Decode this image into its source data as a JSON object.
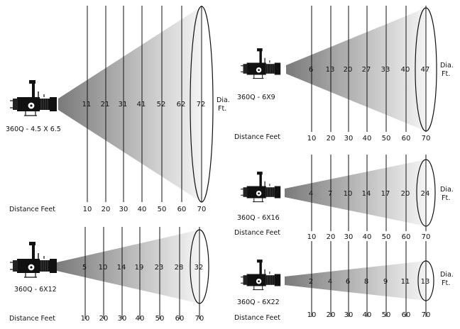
{
  "distance_label": "Distance Feet",
  "diameter_label": [
    "Dia.",
    "Ft."
  ],
  "distances": [
    "10",
    "20",
    "30",
    "40",
    "50",
    "60",
    "70"
  ],
  "panels": [
    {
      "model": "360Q - 4.5 X 6.5",
      "diameters": [
        "11",
        "21",
        "31",
        "41",
        "52",
        "62",
        "72"
      ]
    },
    {
      "model": "360Q - 6X9",
      "diameters": [
        "6",
        "13",
        "20",
        "27",
        "33",
        "40",
        "47"
      ]
    },
    {
      "model": "360Q - 6X12",
      "diameters": [
        "5",
        "10",
        "14",
        "19",
        "23",
        "28",
        "32"
      ]
    },
    {
      "model": "360Q - 6X16",
      "diameters": [
        "4",
        "7",
        "10",
        "14",
        "17",
        "20",
        "24"
      ]
    },
    {
      "model": "360Q - 6X22",
      "diameters": [
        "2",
        "4",
        "6",
        "8",
        "9",
        "11",
        "13"
      ]
    }
  ],
  "colors": {
    "beam_dark": "#7a7a7a",
    "beam_light": "#f4f4f4",
    "ink": "#111111"
  }
}
